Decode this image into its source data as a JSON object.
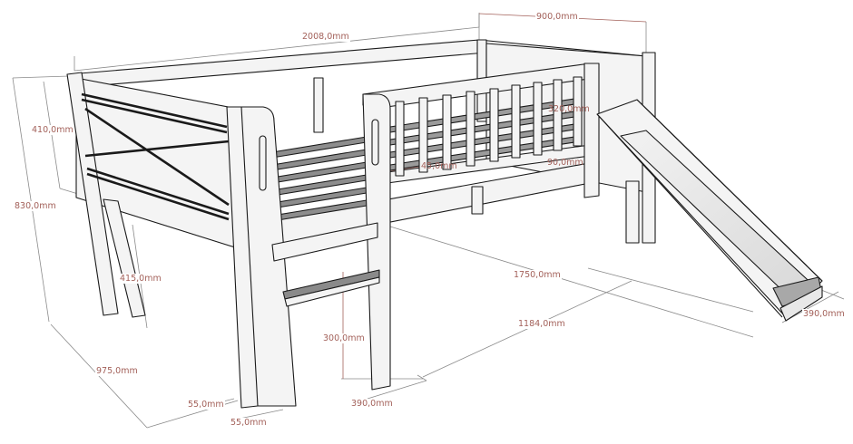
{
  "diagram": {
    "type": "technical-dimension-drawing",
    "subject": "low loft bed with slide, ladder and safety rail",
    "colors": {
      "line": "#1a1a1a",
      "fill": "#f4f4f4",
      "shade": "#9a9a9a",
      "dark_shade": "#6e6e6e",
      "dimension": "#a3615a",
      "dimension_line": "#777777"
    }
  },
  "dimensions": {
    "total_length": "2008,0mm",
    "slide_depth": "900,0mm",
    "headboard_height": "410,0mm",
    "total_height": "830,0mm",
    "rail_height": "320,0mm",
    "rail_bottom_gap": "90,0mm",
    "slat_spacing": "45,0mm",
    "underbed_clearance": "415,0mm",
    "frame_length": "1750,0mm",
    "slide_width": "390,0mm",
    "rail_opening": "1184,0mm",
    "ladder_step_height": "300,0mm",
    "total_width": "975,0mm",
    "post_width": "55,0mm",
    "post_depth": "55,0mm",
    "ladder_width": "390,0mm"
  }
}
